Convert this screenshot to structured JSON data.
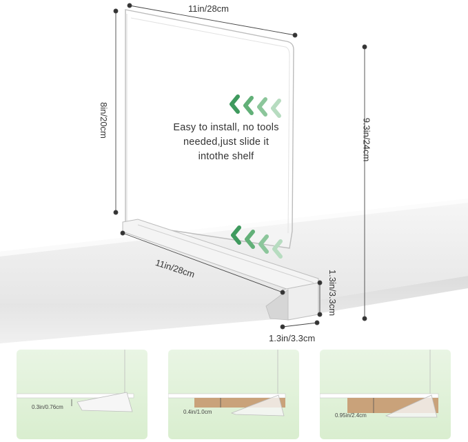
{
  "dimensions": {
    "top_width": "11in/28cm",
    "left_height": "8in/20cm",
    "total_height": "9.3in/24cm",
    "base_length": "11in/28cm",
    "base_height": "1.3in/3.3cm",
    "base_width": "1.3in/3.3cm"
  },
  "note": {
    "line1": "Easy to install, no tools",
    "line2": "needed,just slide it",
    "line3": "intothe shelf"
  },
  "thickness_options": [
    {
      "label": "0.3in/0.76cm"
    },
    {
      "label": "0.4in/1.0cm"
    },
    {
      "label": "0.95in/2.4cm"
    }
  ],
  "colors": {
    "arrow_green": "#3f9a5e",
    "panel_green": "#dcefd2",
    "shelf_wood": "#c9a27a",
    "dot": "#333333"
  }
}
